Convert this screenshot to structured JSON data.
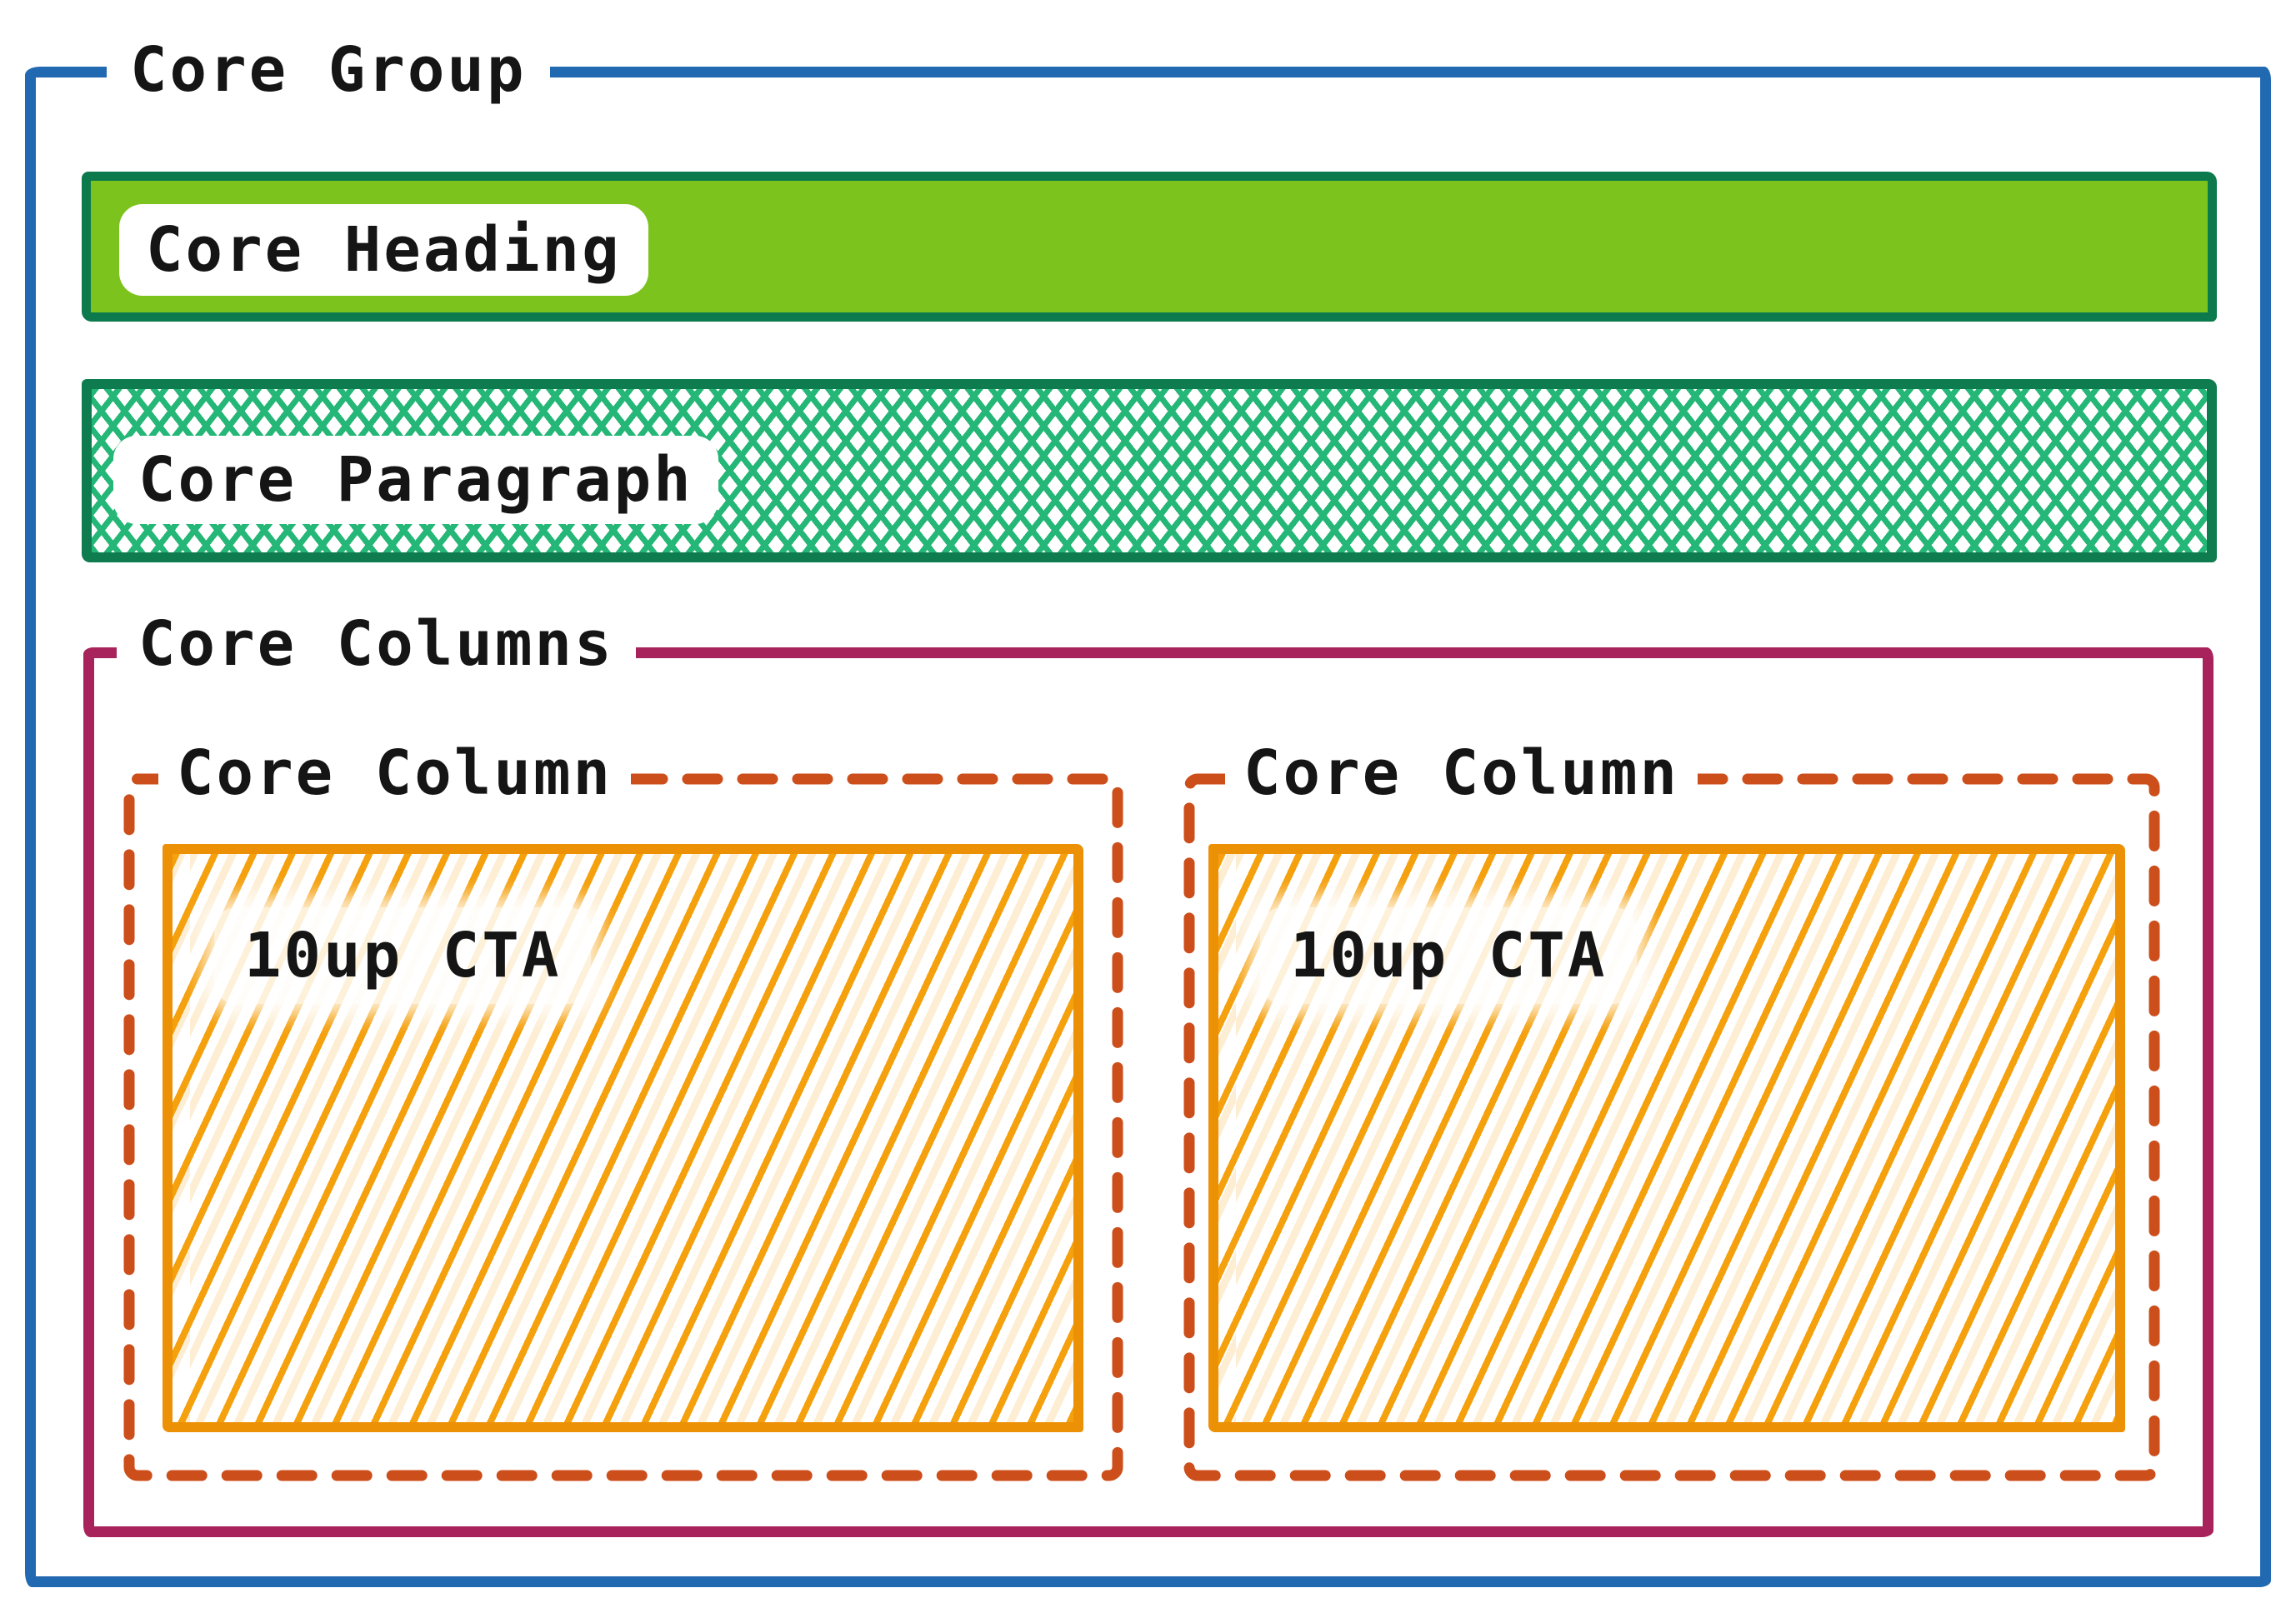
{
  "page": {
    "background": "#ffffff",
    "text_color": "#151515"
  },
  "diagram": {
    "group": {
      "label": "Core Group",
      "border_color": "#2169b0"
    },
    "heading": {
      "label": "Core Heading",
      "fill_color": "#7cc31d",
      "border_color": "#0d7a4d"
    },
    "paragraph": {
      "label": "Core Paragraph",
      "hatch_color": "#25b777",
      "border_color": "#0f7c50"
    },
    "columns": {
      "label": "Core Columns",
      "border_color": "#a8235b",
      "items": [
        {
          "label": "Core Column",
          "border_color": "#cc4e1b",
          "border_style": "dashed",
          "cta": {
            "label": "10up CTA",
            "hatch_color": "#f5a00d",
            "border_color": "#ec9006"
          }
        },
        {
          "label": "Core Column",
          "border_color": "#cc4e1b",
          "border_style": "dashed",
          "cta": {
            "label": "10up CTA",
            "hatch_color": "#f5a00d",
            "border_color": "#ec9006"
          }
        }
      ]
    }
  }
}
